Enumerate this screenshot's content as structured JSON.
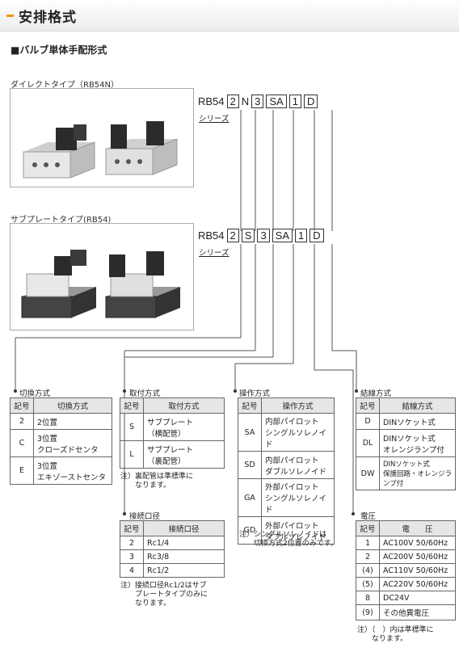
{
  "header": {
    "title": "安排格式"
  },
  "subtitle": "■バルブ単体手配形式",
  "direct": {
    "label": "ダイレクトタイプ（RB54N）",
    "code": [
      "RB54",
      "2",
      "N",
      "3",
      "SA",
      "1",
      "D"
    ],
    "boxed": [
      false,
      true,
      false,
      true,
      true,
      true,
      true
    ],
    "series": "シリーズ"
  },
  "subplate": {
    "label": "サブプレートタイプ(RB54)",
    "code": [
      "RB54",
      "2",
      "S",
      "3",
      "SA",
      "1",
      "D"
    ],
    "boxed": [
      false,
      true,
      true,
      true,
      true,
      true,
      true
    ],
    "series": "シリーズ"
  },
  "switching": {
    "title": "切換方式",
    "headers": [
      "記号",
      "切換方式"
    ],
    "rows": [
      [
        "2",
        "2位置"
      ],
      [
        "C",
        "3位置\nクローズドセンタ"
      ],
      [
        "E",
        "3位置\nエキゾーストセンタ"
      ]
    ]
  },
  "mounting": {
    "title": "取付方式",
    "headers": [
      "記号",
      "取付方式"
    ],
    "rows": [
      [
        "S",
        "サブプレート\n（横配管）"
      ],
      [
        "L",
        "サブプレート\n（裏配管）"
      ]
    ],
    "note": "注）裏配管は準標準に\n　　なります。"
  },
  "operation": {
    "title": "操作方式",
    "headers": [
      "記号",
      "操作方式"
    ],
    "rows": [
      [
        "SA",
        "内部パイロット\nシングルソレノイド"
      ],
      [
        "SD",
        "内部パイロット\nダブルソレノイド"
      ],
      [
        "GA",
        "外部パイロット\nシングルソレノイド"
      ],
      [
        "GD",
        "外部パイロット\nダブルソレノイド"
      ]
    ],
    "note": "注）シングルソレノイドは\n　　切換方式2位置のみです。"
  },
  "wiring": {
    "title": "結線方式",
    "headers": [
      "記号",
      "結線方式"
    ],
    "rows": [
      [
        "D",
        "DINソケット式"
      ],
      [
        "DL",
        "DINソケット式\nオレンジランプ付"
      ],
      [
        "DW",
        "DINソケット式\n保護回路・オレンジランプ付"
      ]
    ]
  },
  "port": {
    "title": "接続口径",
    "headers": [
      "記号",
      "接続口径"
    ],
    "rows": [
      [
        "2",
        "Rc1/4"
      ],
      [
        "3",
        "Rc3/8"
      ],
      [
        "4",
        "Rc1/2"
      ]
    ],
    "note": "注）接続口径Rc1/2はサブ\n　　プレートタイプのみに\n　　なります。"
  },
  "voltage": {
    "title": "電圧",
    "headers": [
      "記号",
      "電　　圧"
    ],
    "rows": [
      [
        "1",
        "AC100V 50/60Hz"
      ],
      [
        "2",
        "AC200V 50/60Hz"
      ],
      [
        "(4)",
        "AC110V 50/60Hz"
      ],
      [
        "(5)",
        "AC220V 50/60Hz"
      ],
      [
        "8",
        "DC24V"
      ],
      [
        "(9)",
        "その他異電圧"
      ]
    ],
    "note": "注）（　）内は準標準に\n　　なります。"
  },
  "colors": {
    "accent": "#f39800",
    "table_header": "#e6e6e6",
    "line": "#555555"
  }
}
